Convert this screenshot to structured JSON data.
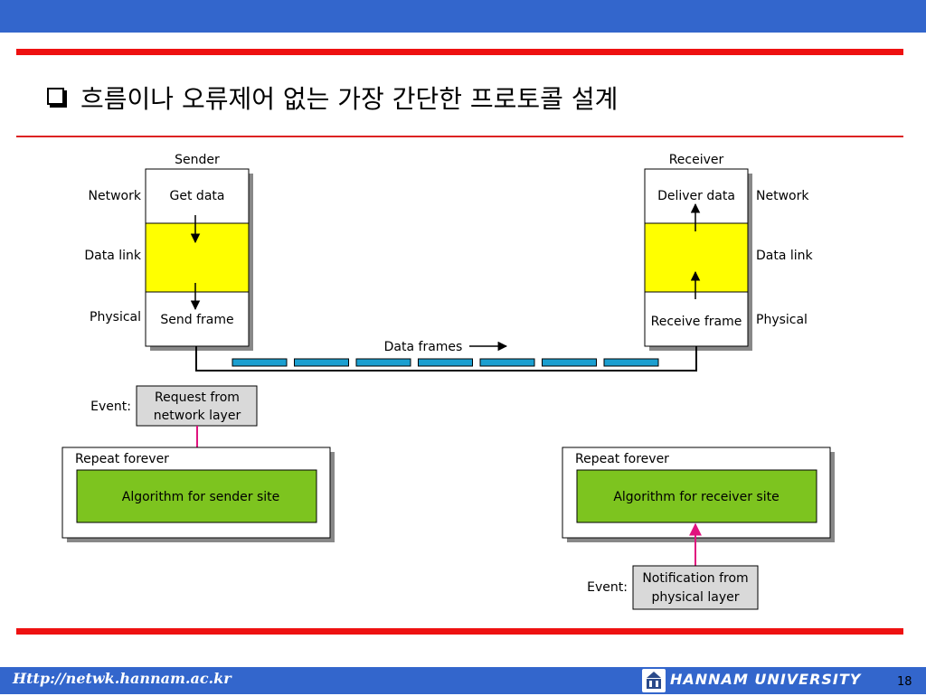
{
  "slide": {
    "title": "흐름이나 오류제어 없는 가장 간단한 프로토콜 설계",
    "page_number": "18"
  },
  "footer": {
    "url": "Http://netwk.hannam.ac.kr",
    "university": "HANNAM UNIVERSITY"
  },
  "diagram": {
    "sender": {
      "title": "Sender",
      "layers": [
        "Network",
        "Data link",
        "Physical"
      ],
      "top_action": "Get data",
      "bottom_action": "Send frame"
    },
    "receiver": {
      "title": "Receiver",
      "layers": [
        "Network",
        "Data link",
        "Physical"
      ],
      "top_action": "Deliver data",
      "bottom_action": "Receive frame"
    },
    "frames_label": "Data frames",
    "sender_event": {
      "label": "Event:",
      "text_lines": [
        "Request from",
        "network layer"
      ]
    },
    "receiver_event": {
      "label": "Event:",
      "text_lines": [
        "Notification from",
        "physical layer"
      ]
    },
    "sender_loop": {
      "label": "Repeat forever",
      "algorithm": "Algorithm for sender site"
    },
    "receiver_loop": {
      "label": "Repeat forever",
      "algorithm": "Algorithm for receiver site"
    },
    "colors": {
      "data_link": "#ffff00",
      "algorithm": "#7dc41f",
      "frame": "#1b9fd0",
      "event_arrow": "#e0137e",
      "event_box": "#d9d9d9"
    }
  }
}
